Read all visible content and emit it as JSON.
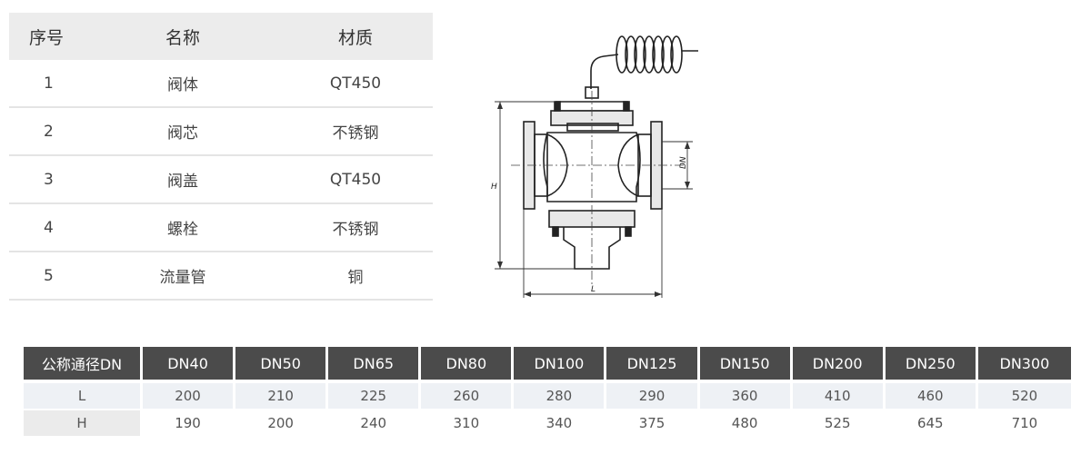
{
  "parts_table": {
    "headers": {
      "index": "序号",
      "name": "名称",
      "material": "材质"
    },
    "rows": [
      {
        "index": "1",
        "name": "阀体",
        "material": "QT450"
      },
      {
        "index": "2",
        "name": "阀芯",
        "material": "不锈钢"
      },
      {
        "index": "3",
        "name": "阀盖",
        "material": "QT450"
      },
      {
        "index": "4",
        "name": "螺栓",
        "material": "不锈钢"
      },
      {
        "index": "5",
        "name": "流量管",
        "material": "铜"
      }
    ]
  },
  "drawing": {
    "label_h": "H",
    "label_l": "L",
    "label_dn": "DN"
  },
  "size_table": {
    "header_label": "公称通径DN",
    "sizes": [
      "DN40",
      "DN50",
      "DN65",
      "DN80",
      "DN100",
      "DN125",
      "DN150",
      "DN200",
      "DN250",
      "DN300"
    ],
    "rows": [
      {
        "label": "L",
        "values": [
          "200",
          "210",
          "225",
          "260",
          "280",
          "290",
          "360",
          "410",
          "460",
          "520"
        ]
      },
      {
        "label": "H",
        "values": [
          "190",
          "200",
          "240",
          "310",
          "340",
          "375",
          "480",
          "525",
          "645",
          "710"
        ]
      }
    ]
  },
  "colors": {
    "header_bg": "#4b4b4b",
    "parts_header_bg": "#ececec",
    "row_tint": "#eef1f5"
  }
}
